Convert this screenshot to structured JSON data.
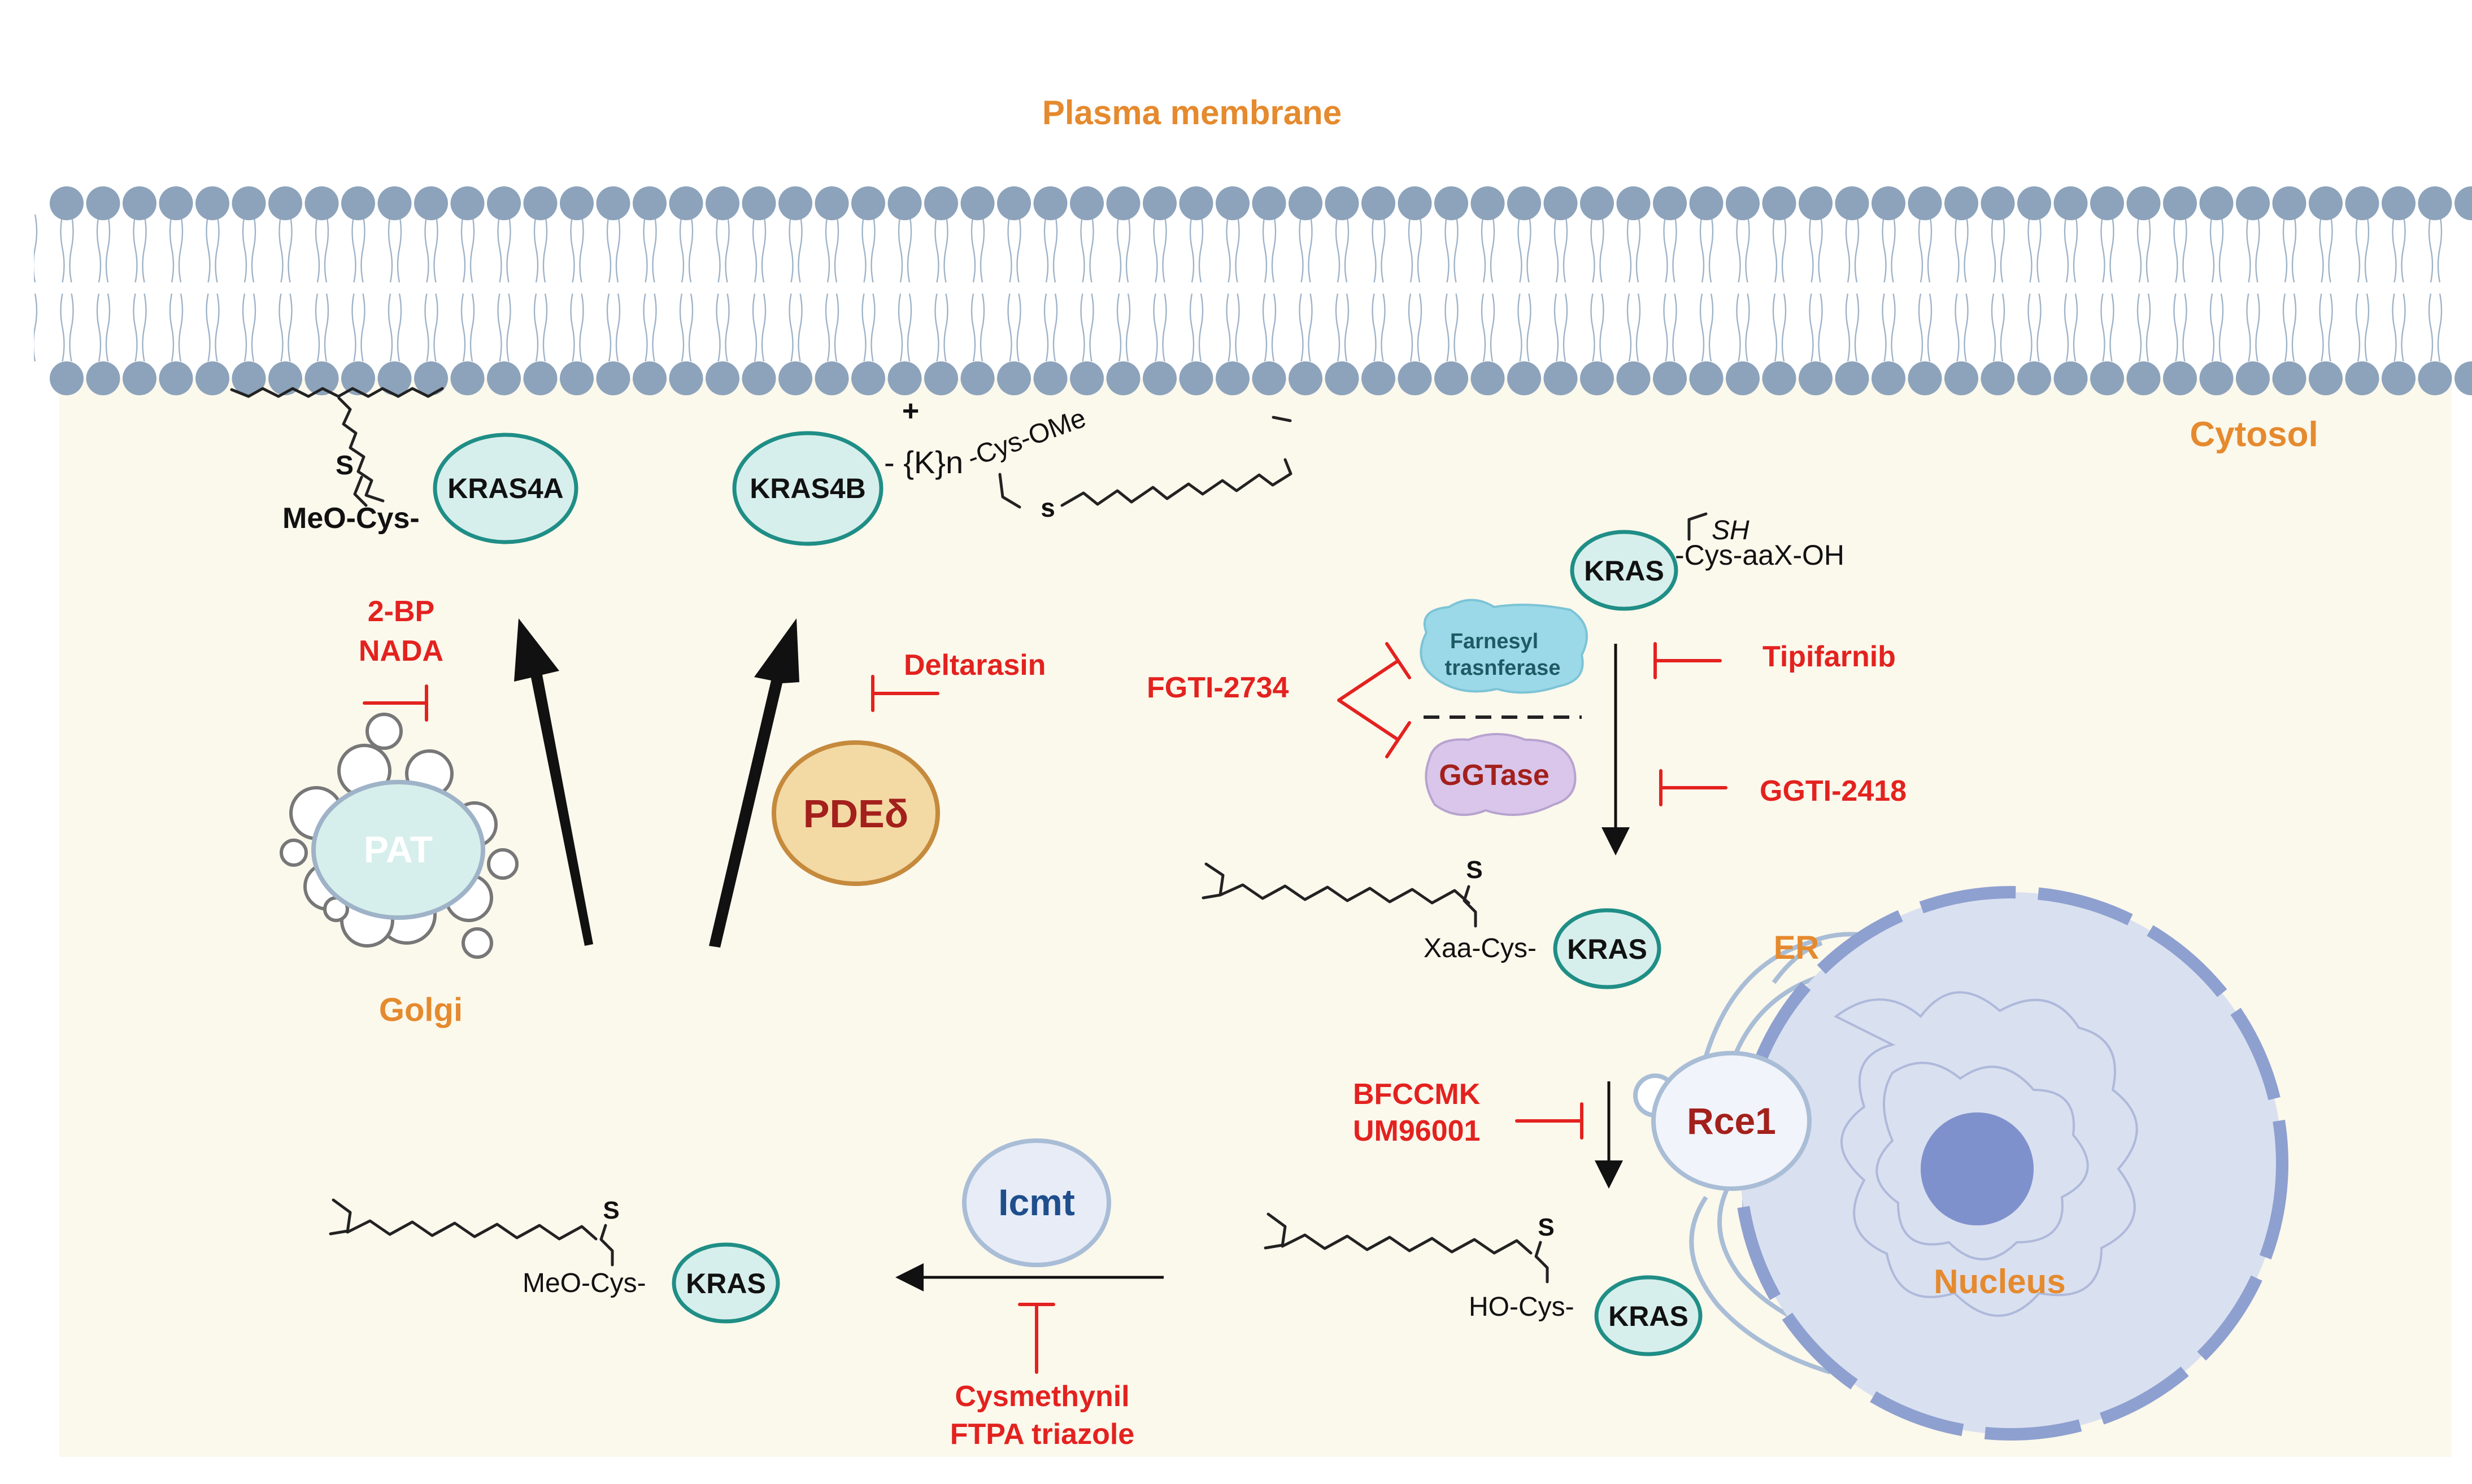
{
  "compartments": {
    "plasma_membrane": "Plasma membrane",
    "cytosol": "Cytosol",
    "golgi": "Golgi",
    "er": "ER",
    "nucleus": "Nucleus"
  },
  "proteins": {
    "kras4a": "KRAS4A",
    "kras4b": "KRAS4B",
    "kras": "KRAS",
    "pat": "PAT",
    "pdedelta": "PDEδ",
    "farnesyl_1": "Farnesyl",
    "farnesyl_2": "trasnferase",
    "ggtase": "GGTase",
    "rce1": "Rce1",
    "icmt": "Icmt"
  },
  "chemistry": {
    "meo_cys": "MeO-Cys-",
    "s": "S",
    "s_lower": "s",
    "plus": "+",
    "kn": "- {K}n",
    "cys_ome": "-Cys-OMe",
    "sh": "SH",
    "cys_aax": "-Cys-aaX-OH",
    "xaa_cys": "Xaa-Cys-",
    "ho_cys": "HO-Cys-"
  },
  "inhibitors": {
    "bp2": "2-BP",
    "nada": "NADA",
    "deltarasin": "Deltarasin",
    "fgti": "FGTI-2734",
    "tipifarnib": "Tipifarnib",
    "ggti": "GGTI-2418",
    "bfccmk": "BFCCMK",
    "um96001": "UM96001",
    "cysmethynil": "Cysmethynil",
    "ftpa": "FTPA triazole"
  },
  "colors": {
    "inhibitor": "#e3221f",
    "compartment_label": "#e58a2e",
    "membrane_head": "#8da3bb",
    "cytosol_bg": "#fbf8ec",
    "kras_fill": "#d7efec",
    "kras_stroke": "#1f8e86"
  }
}
